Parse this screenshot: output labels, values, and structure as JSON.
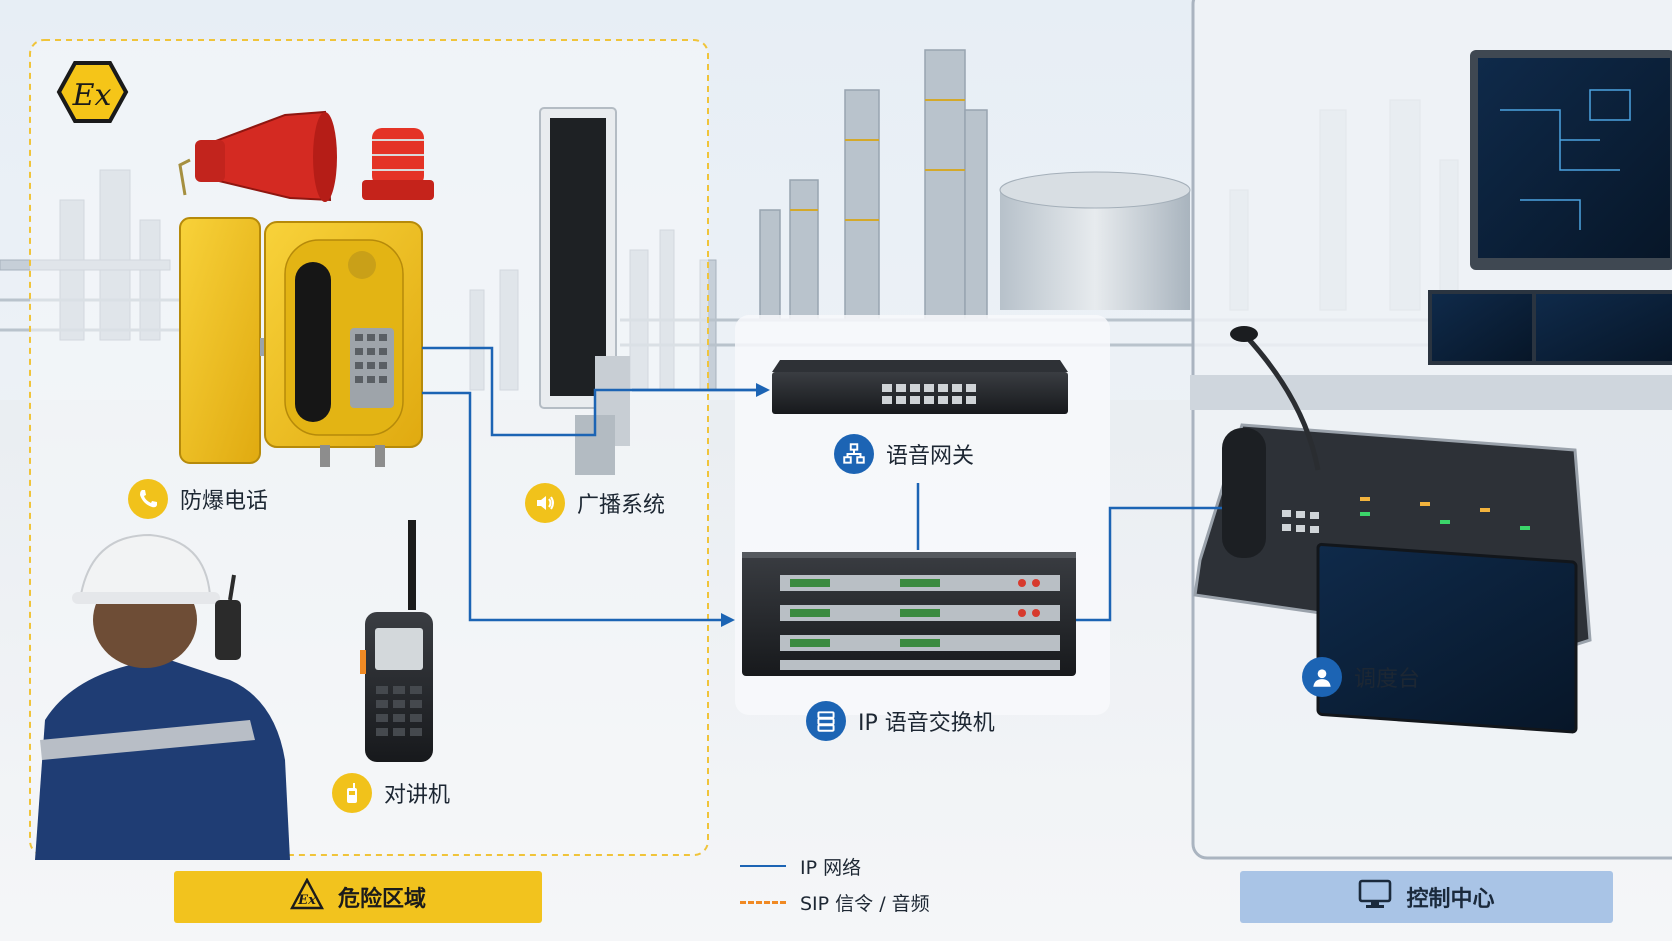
{
  "zones": {
    "hazard": {
      "label": "危险区域",
      "icon": "ex-warning-icon",
      "color": "#f2c31e"
    },
    "control": {
      "label": "控制中心",
      "icon": "monitor-icon",
      "color": "#a9c4e6"
    }
  },
  "devices": {
    "ex_phone": {
      "label": "防爆电话",
      "icon": "phone-icon"
    },
    "broadcast": {
      "label": "广播系统",
      "icon": "speaker-icon"
    },
    "walkie": {
      "label": "对讲机",
      "icon": "walkie-talkie-icon"
    },
    "gateway": {
      "label": "语音网关",
      "icon": "network-icon"
    },
    "switch": {
      "label": "IP 语音交换机",
      "icon": "server-icon"
    },
    "console": {
      "label": "调度台",
      "icon": "user-icon"
    }
  },
  "ex_logo_text": "Ex",
  "legend": [
    {
      "label": "IP 网络",
      "style": "solid",
      "color": "#1c64b4"
    },
    {
      "label": "SIP 信令 / 音频",
      "style": "dashed",
      "color": "#f08a24"
    }
  ],
  "colors": {
    "link_blue": "#1c64b4",
    "accent_yellow": "#f1c21b",
    "zone_border": "#f0c43a"
  }
}
